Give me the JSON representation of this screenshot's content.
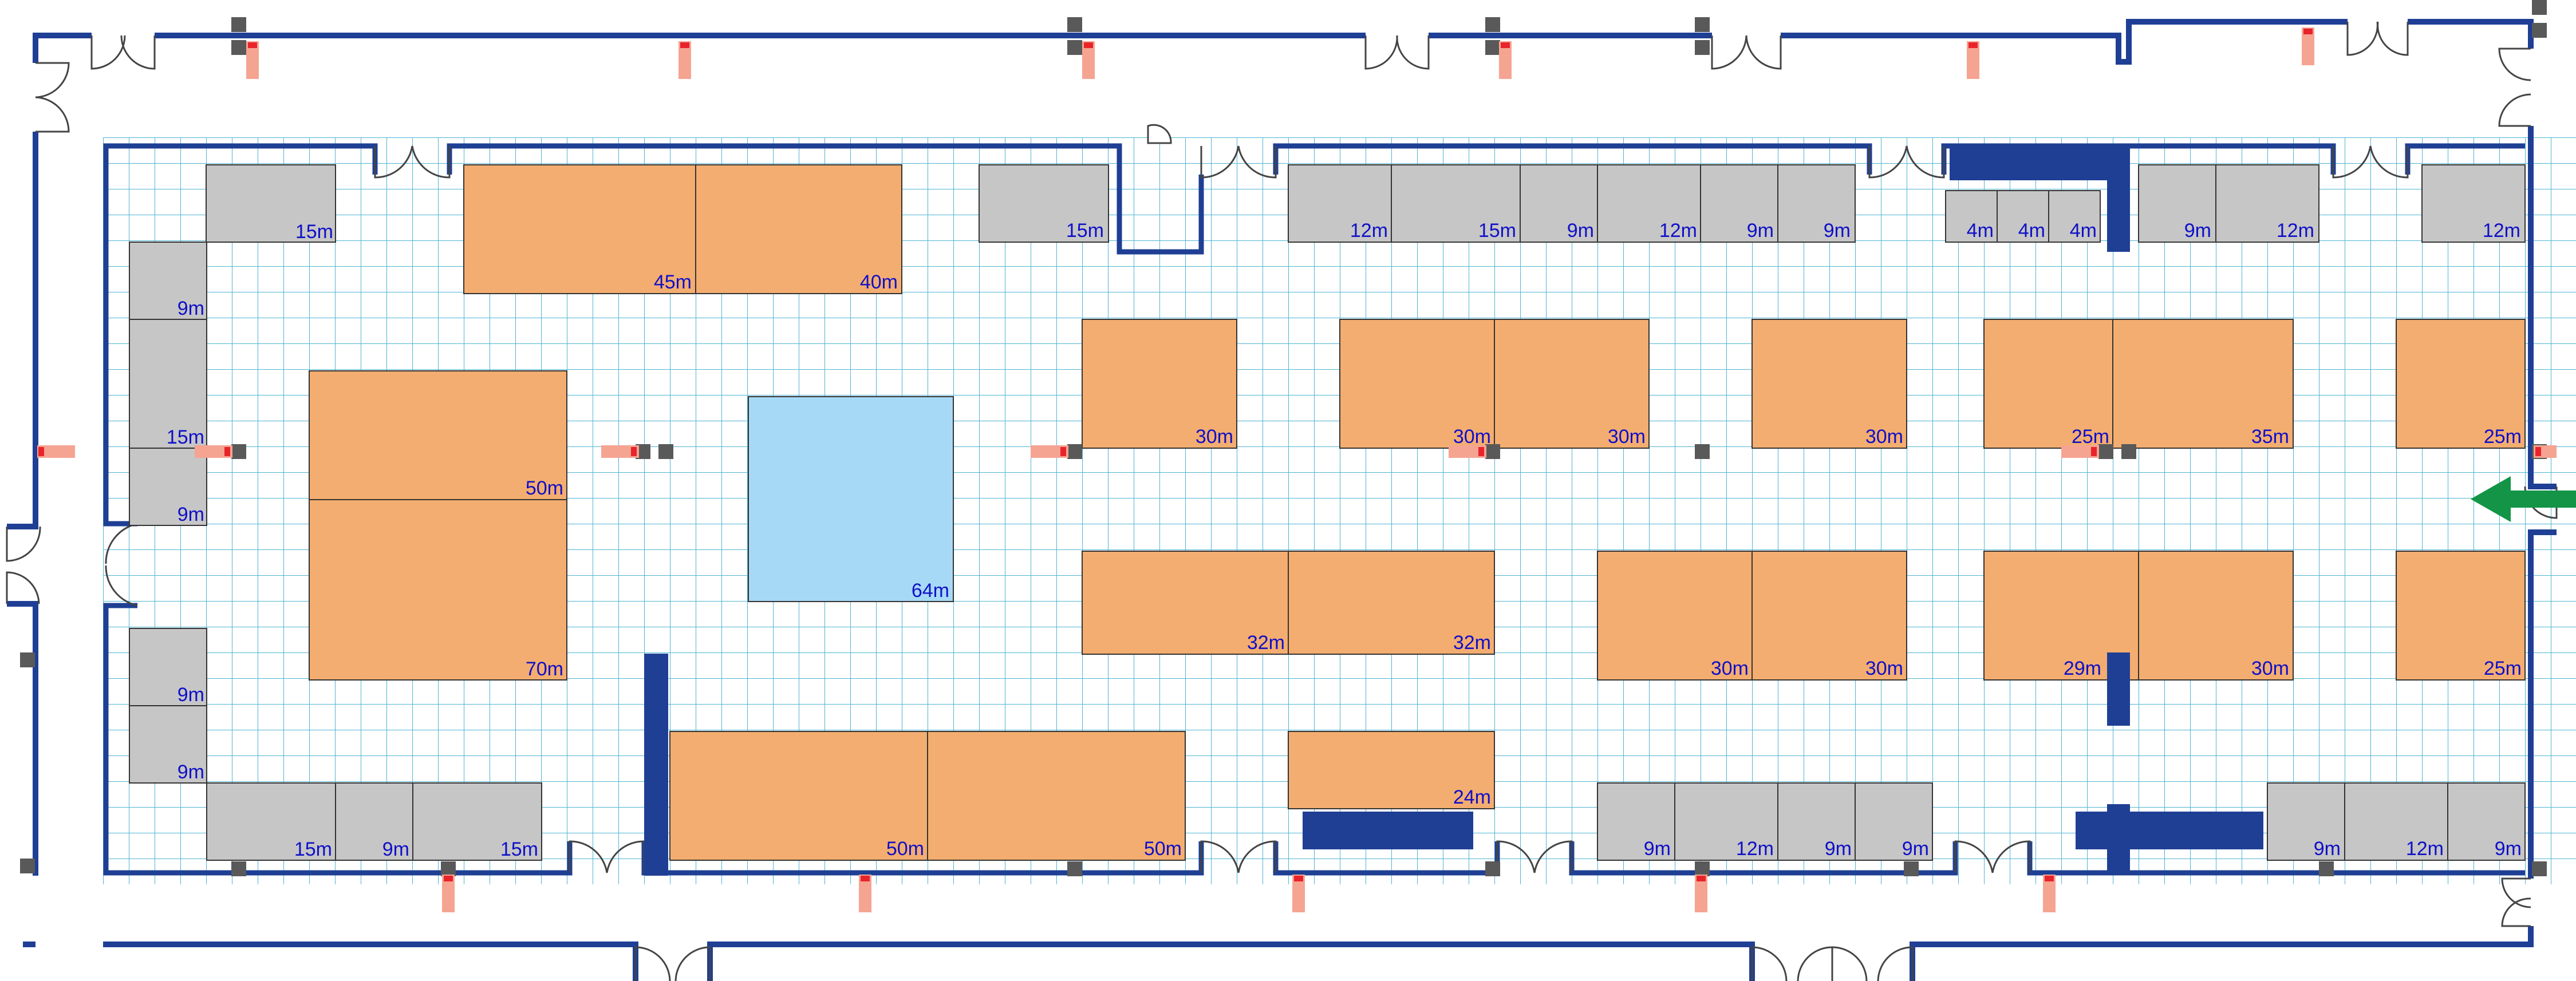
{
  "colors": {
    "wall": "#1f3f95",
    "grid": "#4fb4d4",
    "booth_orange": "#f4ad70",
    "booth_grey": "#c6c6c6",
    "booth_blue": "#a6d9f6",
    "label": "#1010c8",
    "pillar": "#595959",
    "marker": "#f5a492",
    "marker_tag": "#e8242a",
    "exit_arrow": "#139447"
  },
  "icons": {
    "exit": "green-arrow-left-icon",
    "door": "door-swing-icon",
    "pillar": "pillar-square-icon",
    "marker": "fire-extinguisher-marker-icon"
  },
  "booths": {
    "grey_top_left": {
      "label": "15m"
    },
    "orange_top_45": {
      "label": "45m"
    },
    "orange_top_40": {
      "label": "40m"
    },
    "grey_top_mid": {
      "label": "15m"
    },
    "top_row_a": [
      {
        "label": "12m"
      },
      {
        "label": "15m"
      },
      {
        "label": "9m"
      },
      {
        "label": "12m"
      },
      {
        "label": "9m"
      },
      {
        "label": "9m"
      }
    ],
    "top_row_small": [
      {
        "label": "4m"
      },
      {
        "label": "4m"
      },
      {
        "label": "4m"
      }
    ],
    "top_row_b": [
      {
        "label": "9m"
      },
      {
        "label": "12m"
      }
    ],
    "grey_top_right": {
      "label": "12m"
    },
    "left_col_upper": [
      {
        "label": "9m"
      },
      {
        "label": "15m"
      },
      {
        "label": "9m"
      }
    ],
    "left_col_lower": [
      {
        "label": "9m"
      },
      {
        "label": "9m"
      }
    ],
    "bottom_left_grey": [
      {
        "label": "15m"
      },
      {
        "label": "9m"
      },
      {
        "label": "15m"
      }
    ],
    "orange_50_upper": {
      "label": "50m"
    },
    "orange_70": {
      "label": "70m"
    },
    "blue_64": {
      "label": "64m"
    },
    "middle_30_row": [
      {
        "label": "30m"
      },
      {
        "label": "30m"
      },
      {
        "label": "30m"
      },
      {
        "label": "30m"
      },
      {
        "label": "25m"
      },
      {
        "label": "35m"
      },
      {
        "label": "25m"
      }
    ],
    "row_32": [
      {
        "label": "32m"
      },
      {
        "label": "32m"
      }
    ],
    "row_30_lower": [
      {
        "label": "30m"
      },
      {
        "label": "30m"
      }
    ],
    "row_29": [
      {
        "label": "29m"
      },
      {
        "label": "30m"
      }
    ],
    "right_25_lower": {
      "label": "25m"
    },
    "bottom_50": [
      {
        "label": "50m"
      },
      {
        "label": "50m"
      }
    ],
    "bottom_24": {
      "label": "24m"
    },
    "bottom_mid_grey": [
      {
        "label": "9m"
      },
      {
        "label": "12m"
      },
      {
        "label": "9m"
      },
      {
        "label": "9m"
      }
    ],
    "bottom_right_grey": [
      {
        "label": "9m"
      },
      {
        "label": "12m"
      },
      {
        "label": "9m"
      }
    ]
  }
}
